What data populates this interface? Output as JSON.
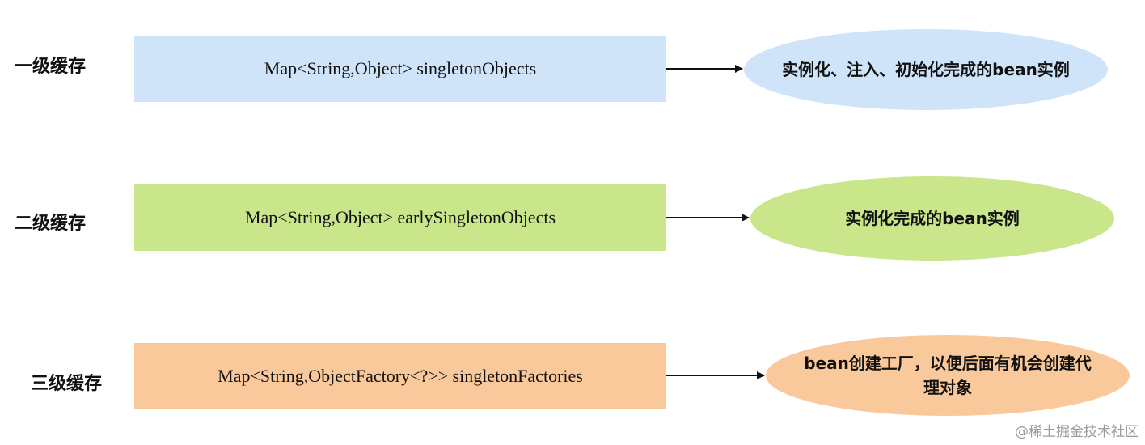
{
  "levels": [
    {
      "label": "一级缓存",
      "map": "Map<String,Object> singletonObjects",
      "description": "实例化、注入、初始化完成的bean实例",
      "box_color": "#cfe3f9",
      "ellipse_color": "#cfe3f9"
    },
    {
      "label": "二级缓存",
      "map": "Map<String,Object> earlySingletonObjects",
      "description": "实例化完成的bean实例",
      "box_color": "#c9e68a",
      "ellipse_color": "#c9e68a"
    },
    {
      "label": "三级缓存",
      "map": "Map<String,ObjectFactory<?>> singletonFactories",
      "description_line1": "bean创建工厂，以便后面有机会创建代",
      "description_line2": "理对象",
      "box_color": "#fac99b",
      "ellipse_color": "#fac99b"
    }
  ],
  "watermark": "@稀土掘金技术社区",
  "icons": {
    "arrow": "arrow-right-icon"
  }
}
